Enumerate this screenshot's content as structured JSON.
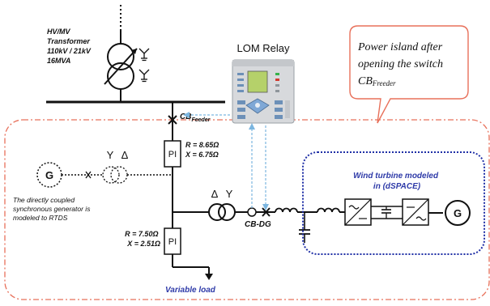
{
  "transformer_label": [
    "HV/MV",
    "Transformer",
    "110kV / 21kV",
    "16MVA"
  ],
  "relay_label": "LOM Relay",
  "callout": {
    "lines": [
      "Power island after",
      "opening the switch"
    ],
    "cb_main": "CB",
    "cb_sub": "Freeder"
  },
  "cb_feeder": {
    "main": "CB",
    "sub": "Feeder"
  },
  "pi_label": "PI",
  "line1": {
    "r": "R = 8.65Ω",
    "x": "X = 6.75Ω"
  },
  "line2": {
    "r": "R = 7.50Ω",
    "x": "X = 2.51Ω"
  },
  "gen_tf_symbols": {
    "y": "Y",
    "delta": "Δ"
  },
  "dg_tf_symbols": {
    "delta": "Δ",
    "y": "Y"
  },
  "generator_symbol": "G",
  "sync_gen_note": [
    "The directly coupled",
    "synchronous generator is",
    "modeled to RTDS"
  ],
  "cb_dg_label": "CB-DG",
  "variable_load_label": "Variable load",
  "wind_title": [
    "Wind turbine modeled",
    "in (dSPACE)"
  ],
  "colors": {
    "island_border": "#e8705a",
    "accent_blue": "#2e3aa8",
    "wind_border": "#1f2fa6",
    "relay_link": "#7bb6e0"
  }
}
